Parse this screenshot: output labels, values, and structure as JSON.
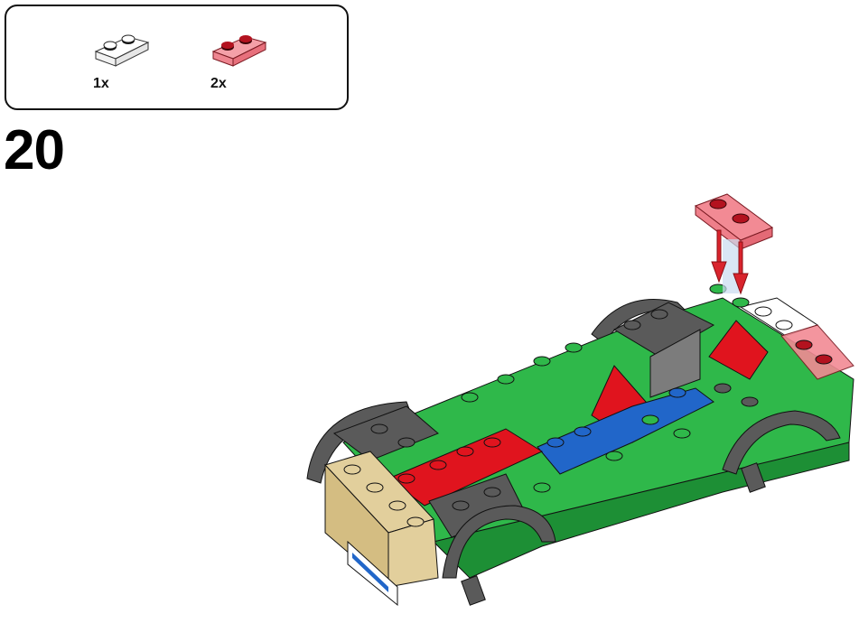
{
  "page": {
    "type": "building-instructions",
    "step_number": "20"
  },
  "parts_list": {
    "items": [
      {
        "name": "plate-1x2-white",
        "color": "#ffffff",
        "stud_color": "#e8e8e8",
        "quantity": "1x"
      },
      {
        "name": "plate-1x2-trans-red",
        "color": "#f07f8a",
        "stud_color": "#b3121f",
        "quantity": "2x"
      }
    ]
  },
  "model": {
    "description": "Green car chassis with gray wheel arches, tan front bumper, red and blue center plates",
    "colors": {
      "green": "#2fb84a",
      "green_dark": "#1d8f35",
      "dark_gray": "#5a5a5a",
      "gray": "#7c7c7c",
      "red": "#e0141e",
      "blue": "#2166c9",
      "tan": "#e2cf9c",
      "trans_red": "#f28a94",
      "arrow": "#d9242d",
      "arrow_shadow": "#c9dcef",
      "outline": "#111111"
    },
    "callout": {
      "label": "place-trans-red-plate",
      "arrows": 2
    }
  }
}
